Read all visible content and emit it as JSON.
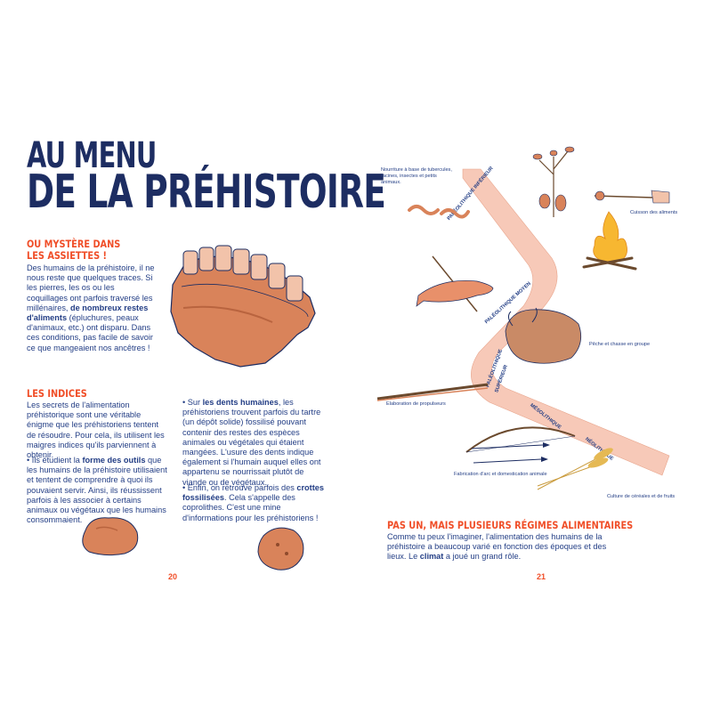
{
  "left_page": {
    "title_line1": "AU MENU",
    "title_line2": "DE LA PRÉHISTOIRE",
    "section1": {
      "heading": "OU MYSTÈRE DANS LES ASSIETTES !",
      "text_a": "Des humains de la préhistoire, il ne nous reste que quelques traces. Si les pierres, les os ou les coquillages ont parfois traversé les millénaires, ",
      "text_bold": "de nombreux restes d'aliments",
      "text_b": " (épluchures, peaux d'animaux, etc.) ont disparu. Dans ces conditions, pas facile de savoir ce que mangeaient nos ancêtres !"
    },
    "section2": {
      "heading": "LES INDICES",
      "intro": "Les secrets de l'alimentation préhistorique sont une véritable énigme que les préhistoriens tentent de résoudre. Pour cela, ils utilisent les maigres indices qu'ils parviennent à obtenir.",
      "bullet1_a": "•   Ils étudient la ",
      "bullet1_bold": "forme des outils",
      "bullet1_b": " que les humains de la préhistoire utilisaient et tentent de comprendre à quoi ils pouvaient servir. Ainsi, ils réussissent parfois à les associer à certains animaux ou végétaux que les humains consommaient.",
      "bullet2_a": "•   Sur ",
      "bullet2_bold": "les dents humaines",
      "bullet2_b": ", les préhistoriens trouvent parfois du tartre (un dépôt solide) fossilisé pouvant contenir des restes des espèces animales ou végétales qui étaient mangées. L'usure des dents indique également si l'humain auquel elles ont appartenu se nourrissait plutôt de viande ou de végétaux.",
      "bullet3_a": "•   Enfin, on retrouve parfois des ",
      "bullet3_bold": "crottes fossilisées",
      "bullet3_b": ". Cela s'appelle des coprolithes. C'est une mine d'informations pour les préhistoriens !"
    },
    "page_number": "20"
  },
  "right_page": {
    "labels": {
      "tubercules": "Nourriture à base de tubercules, racines, insectes et petits animaux.",
      "cuisson": "Cuisson des aliments",
      "peche": "Pêche et chasse en groupe",
      "propulseurs": "Elaboration de propulseurs",
      "arc": "Fabrication d'arc et domestication animale",
      "cereales": "Culture de céréales et de fruits"
    },
    "periods": {
      "inferieur": "PALÉOLITHIQUE INFÉRIEUR",
      "moyen": "PALÉOLITHIQUE MOYEN",
      "superieur_1": "PALÉOLITHIQUE",
      "superieur_2": "SUPÉRIEUR",
      "mesolithique": "MÉSOLITHIQUE",
      "neolithique": "NÉOLITHIQUE"
    },
    "section": {
      "heading": "PAS UN, MAIS PLUSIEURS RÉGIMES ALIMENTAIRES",
      "text_a": "Comme tu peux l'imaginer, l'alimentation des humains de la préhistoire a beaucoup varié en fonction des époques et des lieux. Le ",
      "text_bold": "climat",
      "text_b": " a joué un grand rôle."
    },
    "page_number": "21"
  },
  "colors": {
    "title": "#1d2d62",
    "heading": "#f04e28",
    "text": "#233e85",
    "ribbon": "#f7c9b8",
    "illustration": "#d9835a"
  }
}
